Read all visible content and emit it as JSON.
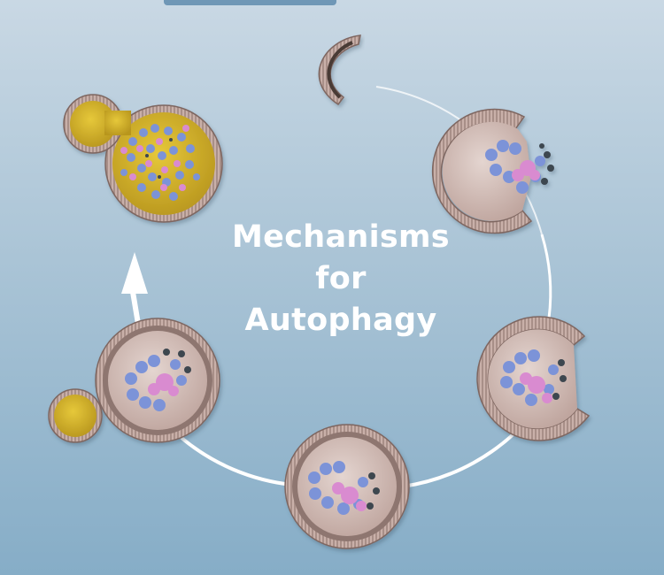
{
  "title": {
    "line1": "Mechanisms",
    "line2": "for",
    "line3": "Autophagy"
  },
  "colors": {
    "background_top": "#c9d8e4",
    "background_bottom": "#86adc7",
    "membrane": "#c7aea8",
    "membrane_dark": "#8e7670",
    "vesicle_interior": "#d8c6c0",
    "vacuole": "#d4b62a",
    "cargo_blue": "#7b93d8",
    "cargo_pink": "#d98bd0",
    "cargo_dark": "#3e4650",
    "cycle_arrow": "#ffffff"
  },
  "icons": {
    "arrow": "arrow-up-icon"
  }
}
